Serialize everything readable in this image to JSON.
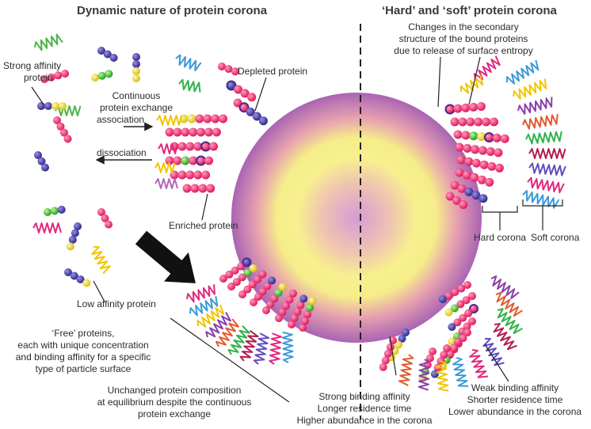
{
  "titles": {
    "left": "Dynamic nature of protein corona",
    "right": "‘Hard’ and ‘soft’ protein corona"
  },
  "labels": {
    "strong_affinity": [
      "Strong affinity",
      "protein"
    ],
    "continuous_exchange": [
      "Continuous",
      "protein exchange"
    ],
    "association": "association",
    "dissociation": "dissociation",
    "depleted": "Depleted protein",
    "enriched": "Enriched protein",
    "low_affinity": "Low affinity protein",
    "free_proteins": [
      "‘Free’ proteins,",
      "each with unique concentration",
      "and binding affinity for a specific",
      "type of particle surface"
    ],
    "unchanged": [
      "Unchanged protein composition",
      "at equilibrium despite the continuous",
      "protein exchange"
    ],
    "secondary": [
      "Changes in the secondary",
      "structure of the bound proteins",
      "due to release of surface entropy"
    ],
    "hard_corona": "Hard corona",
    "soft_corona": "Soft corona",
    "strong_binding": [
      "Strong binding affinity",
      "Longer residence time",
      "Higher abundance in the corona"
    ],
    "weak_binding": [
      "Weak binding affinity",
      "Shorter residence time",
      "Lower abundance in the corona"
    ]
  },
  "colors": {
    "particle_center": "#d79ad6",
    "particle_mid": "#f6f08a",
    "particle_edge": "#b069b6",
    "pink": "#f0356b",
    "magenta": "#e0287e",
    "blue_purple": "#5048a6",
    "green": "#4fcf40",
    "yellow": "#f6e32a",
    "dashed_line": "#222222",
    "big_arrow": "#111111"
  },
  "icons": {
    "particle": "nanoparticle-sphere",
    "bead_protein": "bead-chain-protein",
    "coil_protein": "helix-coil-protein",
    "arrow": "black-block-arrow"
  }
}
